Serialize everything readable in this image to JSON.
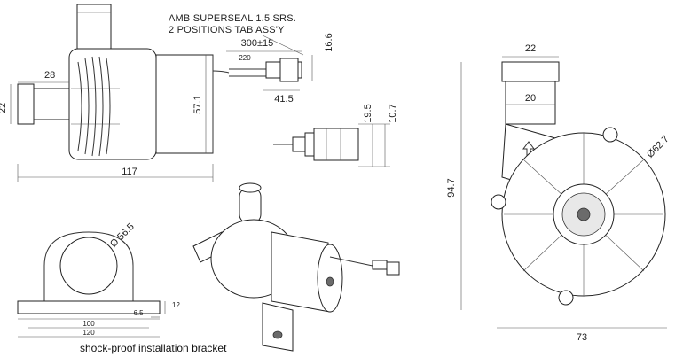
{
  "connector_note": {
    "line1": "AMB SUPERSEAL 1.5 SRS.",
    "line2": "2 POSITIONS TAB ASS'Y"
  },
  "dimensions": {
    "cable_length": "300±15",
    "cable_stub": "220",
    "connector_height": "16.6",
    "connector_length": "41.5",
    "inlet_length": "28",
    "inlet_diameter": "22",
    "body_height": "57.1",
    "overall_length": "117",
    "plug_overall": "19.5",
    "plug_inner": "10.7",
    "outlet_width_top": "22",
    "outlet_width_inner": "20",
    "flange_diameter": "Ø62.7",
    "front_height": "94.7",
    "front_width": "73",
    "bracket_diameter": "Ø 56.5",
    "bracket_inner_width": "100",
    "bracket_outer_width": "120",
    "bracket_slot": "6.5",
    "bracket_height": "12"
  },
  "caption": "shock-proof installation bracket"
}
